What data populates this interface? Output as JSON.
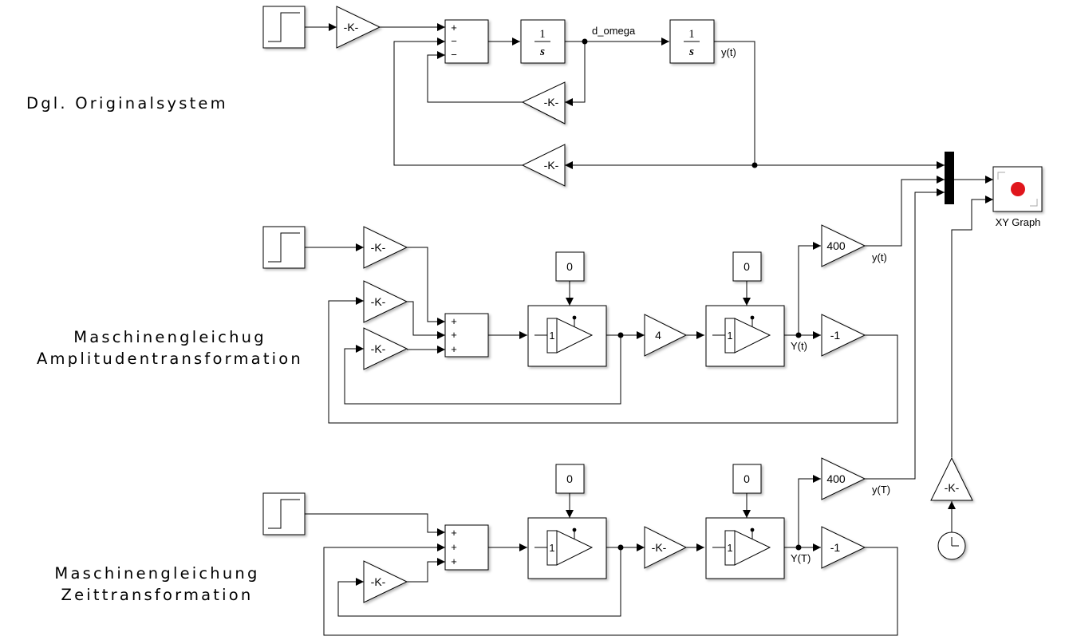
{
  "sections": {
    "original": {
      "title": "Dgl. Originalsystem"
    },
    "amplitude": {
      "title_line1": "Maschinengleichug",
      "title_line2": "Amplitudentransformation"
    },
    "time": {
      "title_line1": "Maschinengleichung",
      "title_line2": "Zeittransformation"
    }
  },
  "blocks": {
    "gain_k": "-K-",
    "integrator_num": "1",
    "integrator_den": "s",
    "constant_zero": "0",
    "ic_port": "1",
    "gain_four": "4",
    "gain_400": "400",
    "gain_minus_one": "-1",
    "sum_plus": "+",
    "sum_minus": "−",
    "xy_graph": "XY Graph"
  },
  "signals": {
    "d_omega": "d_omega",
    "y_t_orig": "y(t)",
    "y_t_amp_out": "y(t)",
    "Y_t_amp": "Y(t)",
    "y_T_time_out": "y(T)",
    "Y_T_time": "Y(T)"
  },
  "colors": {
    "line": "#000000",
    "block_fill": "#ffffff",
    "record_dot": "#e0141e",
    "mux_bar": "#000000"
  }
}
